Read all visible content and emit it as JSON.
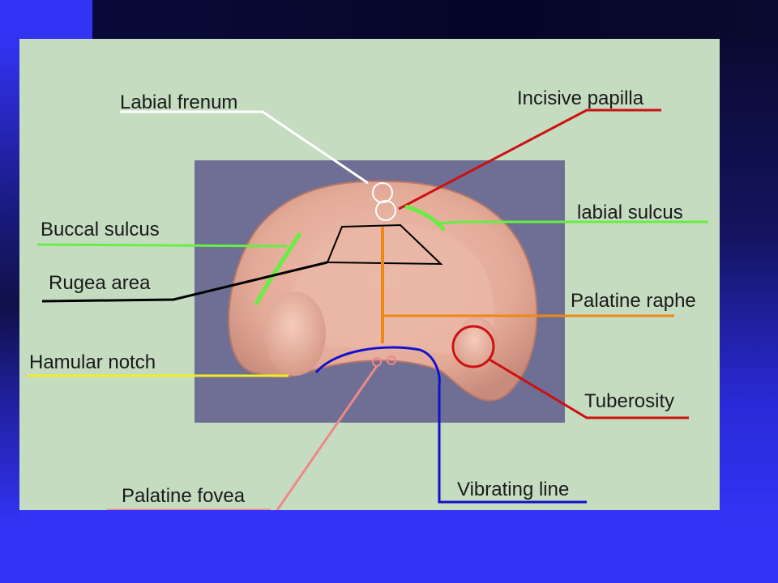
{
  "labels": {
    "labial_frenum": "Labial frenum",
    "incisive_papilla": "Incisive papilla",
    "buccal_sulcus": "Buccal sulcus",
    "labial_sulcus": "labial  sulcus",
    "rugea_area": "Rugea area",
    "palatine_raphe": "Palatine raphe",
    "hamular_notch": "Hamular notch",
    "tuberosity": "Tuberosity",
    "palatine_fovea": "Palatine fovea",
    "vibrating_line": "Vibrating line"
  },
  "colors": {
    "slide_background": "#3333f5",
    "panel_background": "#c5dcc1",
    "cast_background": "#6f6f96",
    "cast": "#e7b1a0",
    "labial_frenum_line": "#ffffff",
    "incisive_papilla_line": "#cc1111",
    "sulcus_line": "#66ee44",
    "rugea_line": "#000000",
    "palatine_raphe_line": "#ee8811",
    "hamular_notch_line": "#eeee22",
    "tuberosity_line": "#cc1111",
    "palatine_fovea_line": "#ee8888",
    "vibrating_line": "#1111cc"
  }
}
